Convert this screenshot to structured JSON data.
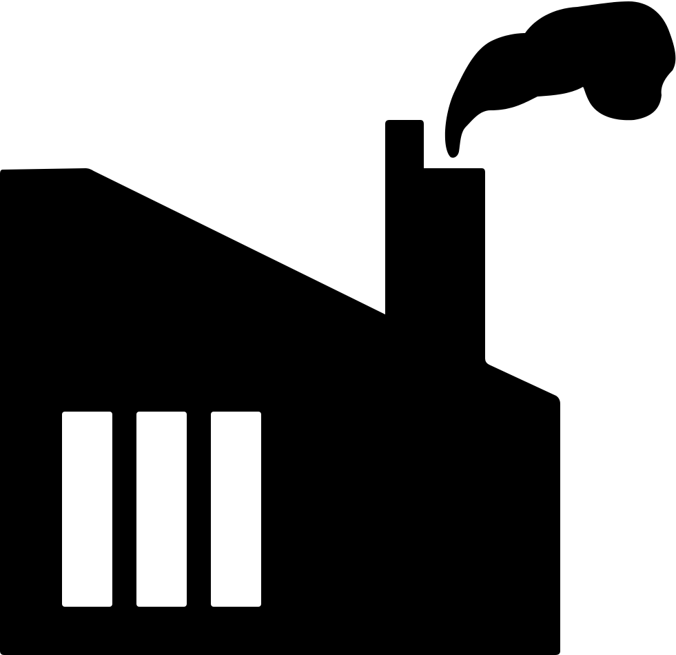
{
  "icon": {
    "name": "factory-icon",
    "parts": [
      "building",
      "chimney",
      "smoke",
      "windows"
    ],
    "window_count": 3
  },
  "colors": {
    "fill": "#000000",
    "background": "#ffffff"
  }
}
